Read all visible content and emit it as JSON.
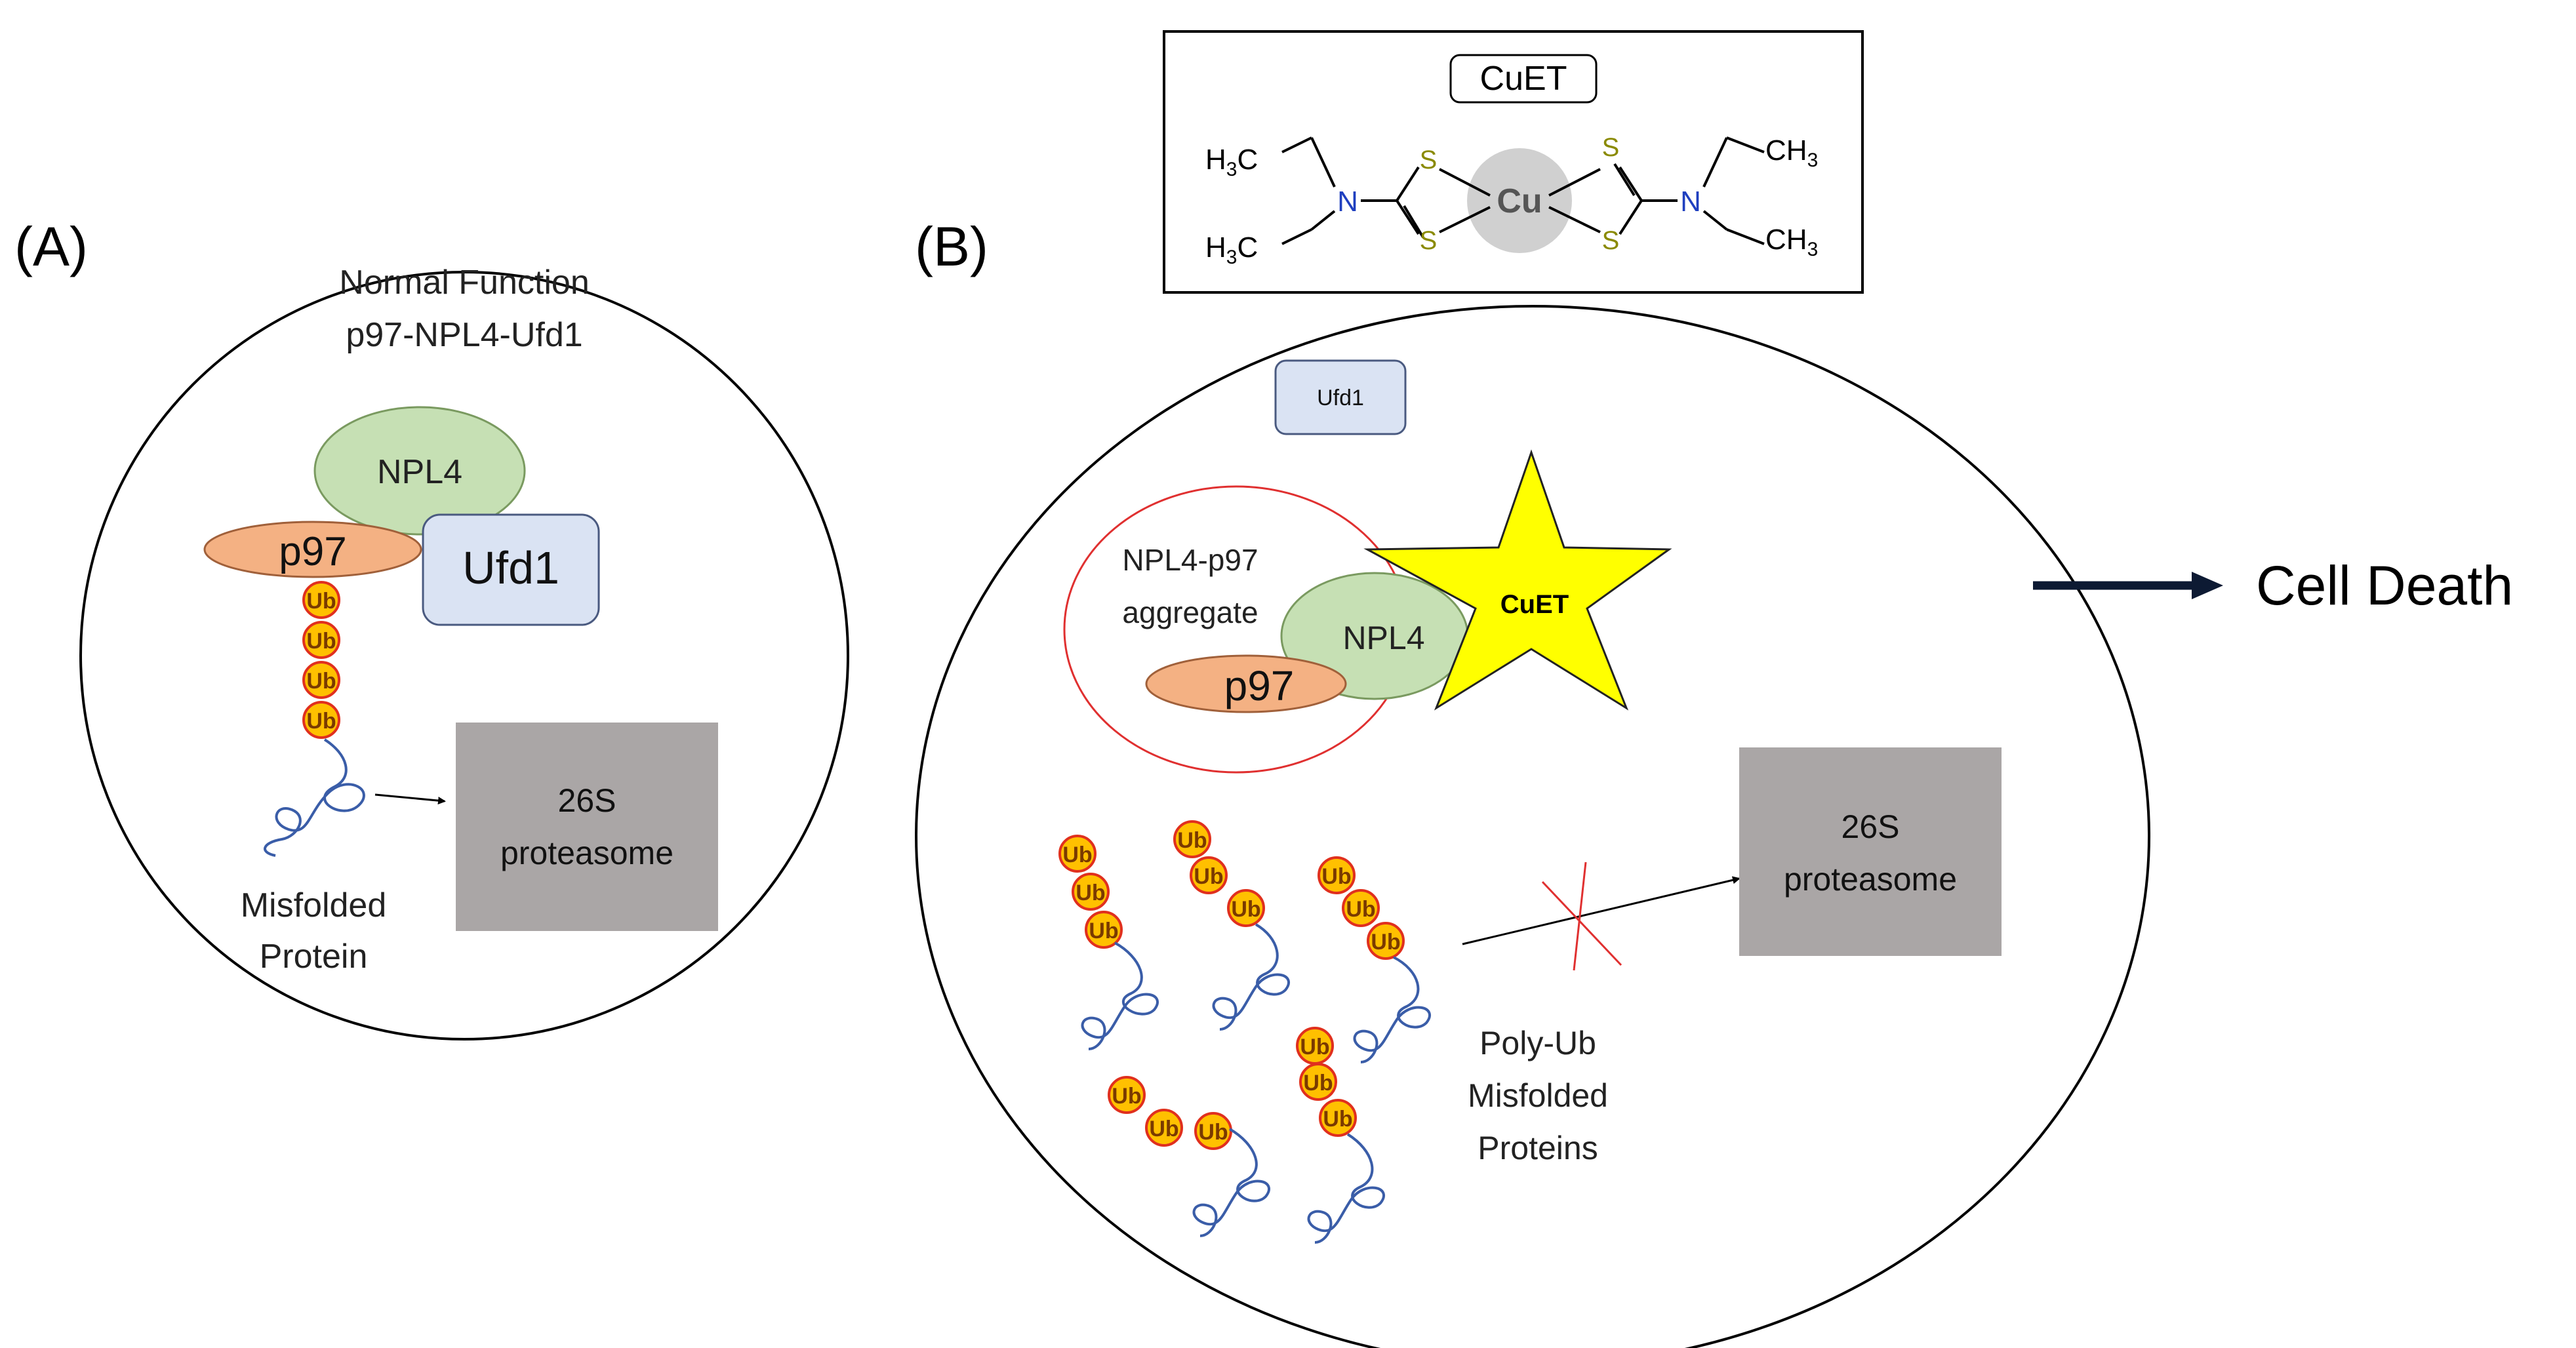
{
  "panel_a": {
    "label": "(A)",
    "title_line1": "Normal Function",
    "title_line2": "p97-NPL4-Ufd1",
    "npl4": "NPL4",
    "p97": "p97",
    "ufd1": "Ufd1",
    "ub": "Ub",
    "proteasome_line1": "26S",
    "proteasome_line2": "proteasome",
    "protein_line1": "Misfolded",
    "protein_line2": "Protein"
  },
  "panel_b": {
    "label": "(B)",
    "ufd1": "Ufd1",
    "aggregate_line1": "NPL4-p97",
    "aggregate_line2": "aggregate",
    "npl4": "NPL4",
    "p97": "p97",
    "cuet_star": "CuET",
    "ub": "Ub",
    "proteasome_line1": "26S",
    "proteasome_line2": "proteasome",
    "polyub_line1": "Poly-Ub",
    "polyub_line2": "Misfolded",
    "polyub_line3": "Proteins"
  },
  "structure": {
    "title": "CuET",
    "h3c_h": "H",
    "h3c_sub": "3",
    "h3c_c": "C",
    "ch3_ch": "CH",
    "ch3_sub": "3",
    "n": "N",
    "s": "S",
    "cu": "Cu"
  },
  "outcome": "Cell Death",
  "colors": {
    "npl4": "#c6e0b4",
    "p97": "#f4b183",
    "ufd1": "#dae3f3",
    "ub_fill": "#ffc000",
    "ub_stroke": "#e0301e",
    "proteasome": "#aaa6a6",
    "star": "#ffff00",
    "aggregate_ring": "#e03030",
    "nitrogen": "#1f3fbf",
    "sulfur": "#8a8a00",
    "arrow": "#0d1a33"
  }
}
